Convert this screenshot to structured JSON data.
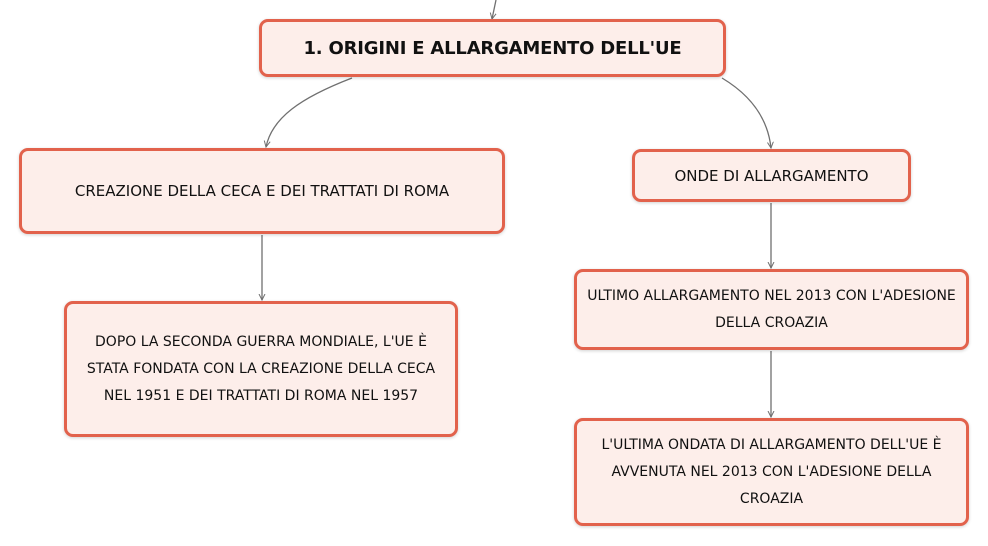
{
  "diagram": {
    "root": {
      "text": "1. ORIGINI E ALLARGAMENTO DELL'UE"
    },
    "ceca": {
      "text": "CREAZIONE DELLA CECA E DEI TRATTATI DI ROMA"
    },
    "ceca_desc": {
      "text": "DOPO LA SECONDA GUERRA MONDIALE, L'UE È STATA FONDATA CON LA CREAZIONE DELLA CECA NEL 1951 E DEI TRATTATI DI ROMA NEL 1957"
    },
    "onde": {
      "text": "ONDE DI ALLARGAMENTO"
    },
    "ultimo": {
      "text": "ULTIMO ALLARGAMENTO NEL 2013 CON L'ADESIONE DELLA CROAZIA"
    },
    "ultima": {
      "text": "L'ULTIMA ONDATA DI ALLARGAMENTO DELL'UE È AVVENUTA NEL 2013 CON L'ADESIONE DELLA CROAZIA"
    }
  },
  "colors": {
    "node_fill": "#fdeeea",
    "node_border": "#e2624c",
    "connector": "#707070"
  }
}
